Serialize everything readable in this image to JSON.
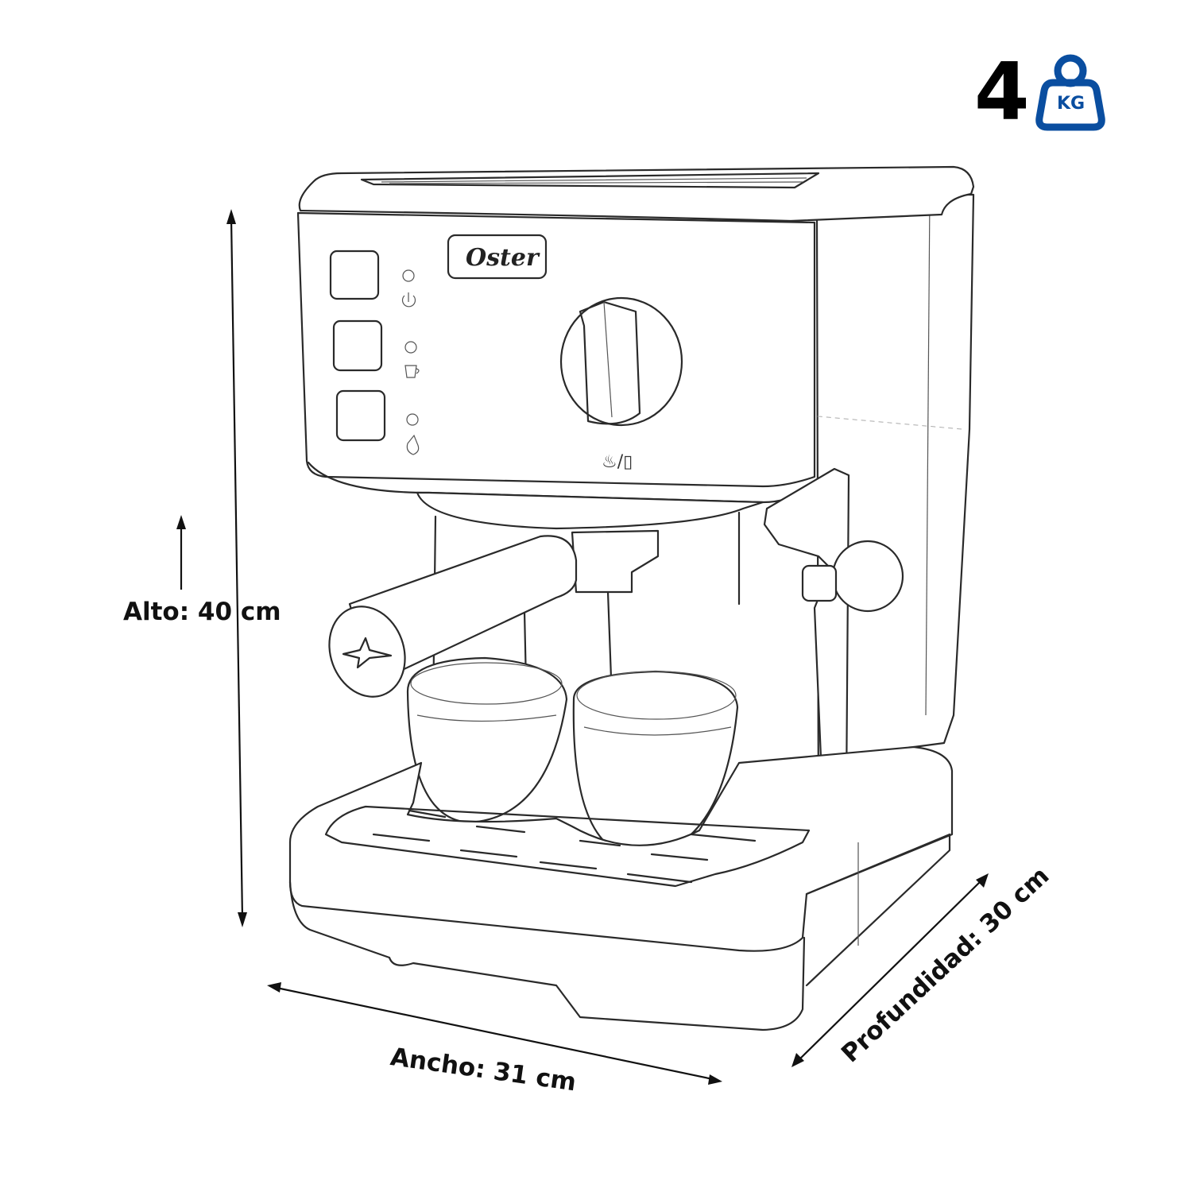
{
  "weight": {
    "value": "4",
    "unit": "KG",
    "icon": "weight-kettlebell-icon",
    "color": "#0a4ea0"
  },
  "product": {
    "brand": "Oster"
  },
  "dimensions": {
    "height": "Alto: 40 cm",
    "width": "Ancho: 31 cm",
    "depth": "Profundidad: 30 cm"
  }
}
